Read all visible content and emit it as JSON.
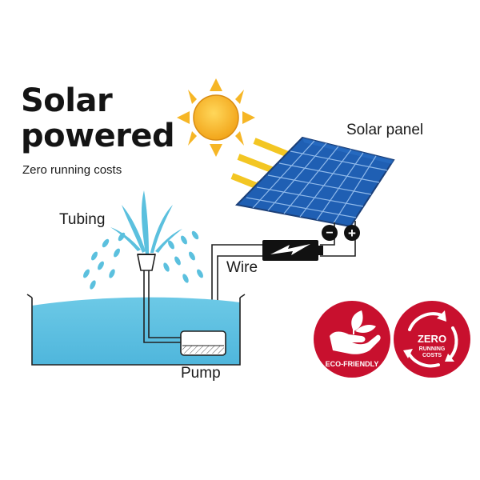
{
  "heading": {
    "line1": "Solar",
    "line2": "powered",
    "subtitle": "Zero running costs"
  },
  "labels": {
    "solar_panel": "Solar panel",
    "tubing": "Tubing",
    "wire": "Wire",
    "pump": "Pump"
  },
  "terminals": {
    "negative": "−",
    "positive": "+"
  },
  "badges": {
    "eco": {
      "text": "ECO-FRIENDLY"
    },
    "zero": {
      "line1": "ZERO",
      "line2": "RUNNING",
      "line3": "COSTS"
    }
  },
  "colors": {
    "badge_red": "#c8102e",
    "sun_yellow": "#f6b626",
    "water_blue": "#5bc0de",
    "panel_blue": "#1f5fb3",
    "arrow_yellow": "#f3c623"
  },
  "icons": {
    "eco_badge": "hands-with-leaves-icon",
    "zero_badge": "circular-arrows-icon",
    "controller": "lightning-bolt-icon"
  }
}
